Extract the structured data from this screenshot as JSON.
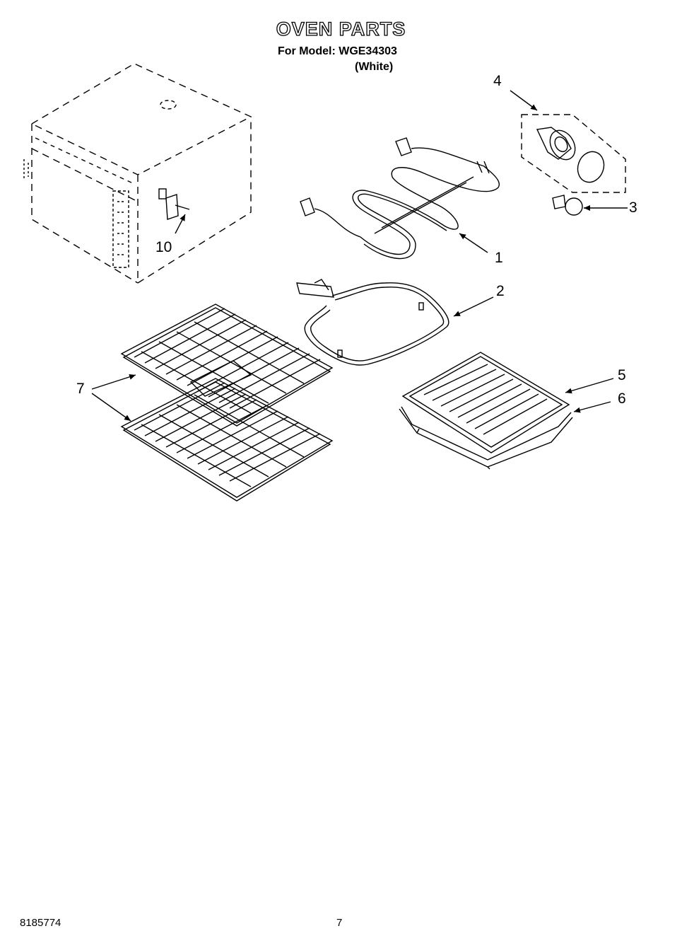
{
  "header": {
    "title": "OVEN PARTS",
    "model_line": "For Model: WGE34303",
    "variant": "(White)"
  },
  "callouts": [
    "1",
    "2",
    "3",
    "4",
    "5",
    "6",
    "7",
    "10"
  ],
  "parts": [
    {
      "ref": "1",
      "name": "broil-element"
    },
    {
      "ref": "2",
      "name": "bake-element"
    },
    {
      "ref": "3",
      "name": "light-bulb"
    },
    {
      "ref": "4",
      "name": "light-socket-assembly"
    },
    {
      "ref": "5",
      "name": "broiler-pan-grid"
    },
    {
      "ref": "6",
      "name": "broiler-pan"
    },
    {
      "ref": "7",
      "name": "oven-rack"
    },
    {
      "ref": "10",
      "name": "sensor"
    }
  ],
  "footer": {
    "doc_number": "8185774",
    "page_number": "7"
  }
}
